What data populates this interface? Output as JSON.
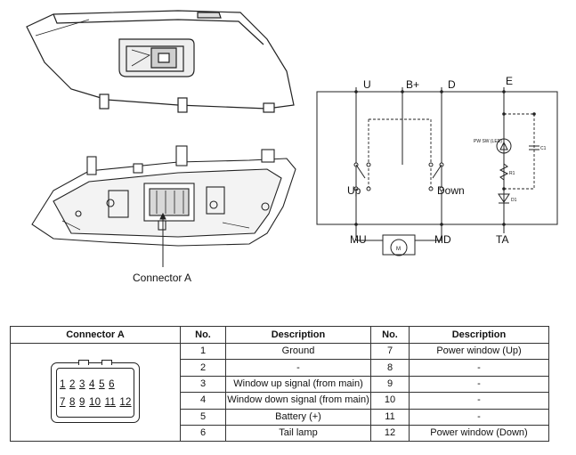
{
  "diagram": {
    "callout": "Connector A",
    "terminals_top": [
      "U",
      "B+",
      "D",
      "E"
    ],
    "switch_labels": {
      "up": "Up",
      "down": "Down"
    },
    "terminals_bottom": [
      "MU",
      "MD",
      "TA"
    ],
    "motor_symbol": "M",
    "components": {
      "lamp": "PW SW (LED)",
      "resistor": "R1",
      "diode": "D1",
      "capacitor": "C1"
    }
  },
  "table": {
    "headers": [
      "Connector A",
      "No.",
      "Description",
      "No.",
      "Description"
    ],
    "connector_pins": {
      "row1": [
        "1",
        "2",
        "3",
        "4",
        "5",
        "6"
      ],
      "row2": [
        "7",
        "8",
        "9",
        "10",
        "11",
        "12"
      ]
    },
    "rows": [
      {
        "no": "1",
        "desc": "Ground",
        "no2": "7",
        "desc2": "Power window (Up)"
      },
      {
        "no": "2",
        "desc": "-",
        "no2": "8",
        "desc2": "-"
      },
      {
        "no": "3",
        "desc": "Window up signal (from main)",
        "no2": "9",
        "desc2": "-"
      },
      {
        "no": "4",
        "desc": "Window down signal (from main)",
        "no2": "10",
        "desc2": "-"
      },
      {
        "no": "5",
        "desc": "Battery (+)",
        "no2": "11",
        "desc2": "-"
      },
      {
        "no": "6",
        "desc": "Tail lamp",
        "no2": "12",
        "desc2": "Power window (Down)"
      }
    ]
  }
}
